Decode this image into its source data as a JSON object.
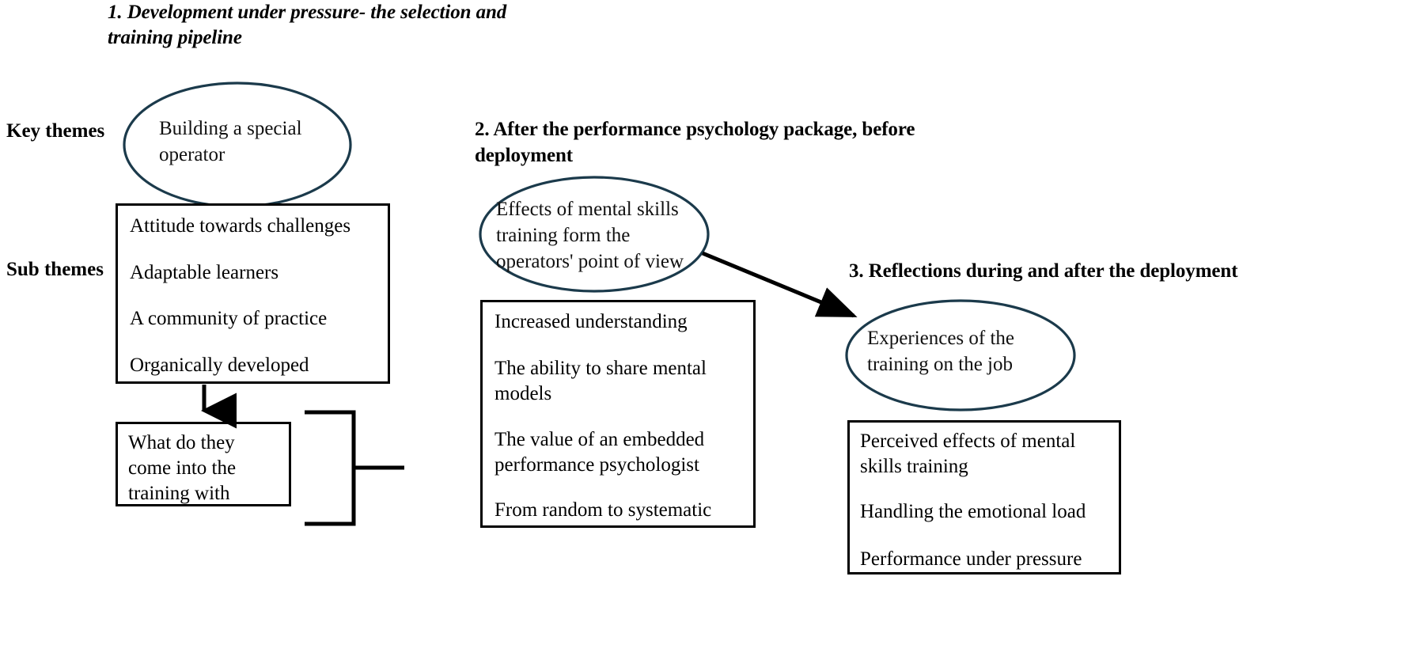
{
  "figure": {
    "row_labels": [
      {
        "id": "key-themes",
        "label": "Key themes"
      },
      {
        "id": "sub-themes",
        "label": "Sub themes"
      }
    ],
    "columns": [
      {
        "id": "column-1",
        "heading": "1. Development under pressure- the selection and\ntraining pipeline",
        "heading_style": "bold-italic",
        "key_theme": "Building a special\noperator",
        "sub_themes": [
          "Attitude towards challenges",
          "Adaptable learners",
          "A community of practice",
          "Organically developed"
        ],
        "outcome_box": "What do they\ncome into the\ntraining with"
      },
      {
        "id": "column-2",
        "heading": "2. After the performance psychology package, before\ndeployment",
        "heading_style": "bold",
        "key_theme": "Effects of mental skills\ntraining form the\noperators' point of view",
        "sub_themes": [
          "Increased understanding",
          " The ability to share mental\nmodels",
          "The value of an embedded\nperformance psychologist",
          "From random to systematic"
        ]
      },
      {
        "id": "column-3",
        "heading": "3. Reflections during and after the deployment",
        "heading_style": "bold",
        "key_theme": "Experiences of the\ntraining on the job",
        "sub_themes": [
          "Perceived effects of mental\nskills training",
          "Handling the emotional load",
          "Performance under pressure"
        ]
      }
    ],
    "connectors": [
      {
        "id": "arrow-subthemes-to-outcome",
        "kind": "down-arrow"
      },
      {
        "id": "bracket-outcome",
        "kind": "bracket"
      },
      {
        "id": "arrow-theme2-to-theme3",
        "kind": "diagonal-arrow"
      }
    ],
    "colors": {
      "ellipse_stroke": "#1b3a4b",
      "box_stroke": "#000000",
      "text": "#000000",
      "background": "#ffffff"
    }
  }
}
